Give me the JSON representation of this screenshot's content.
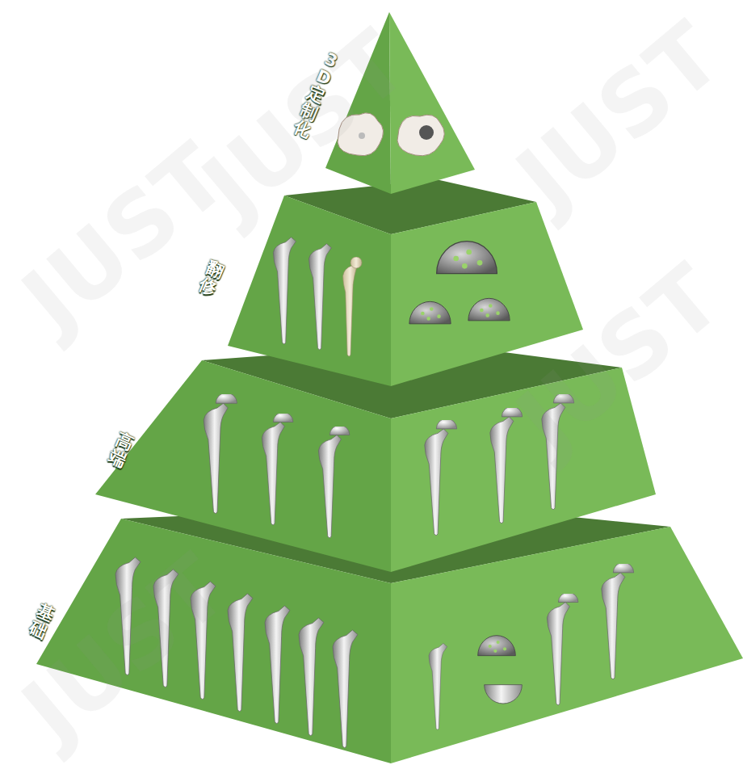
{
  "diagram": {
    "nodes": [
      {
        "text": [
          "3D定制化"
        ]
      },
      {
        "text": [
          "翻修"
        ]
      },
      {
        "text": [
          "高端"
        ]
      },
      {
        "text": [
          "基础"
        ]
      }
    ],
    "labels": [
      "JUST",
      "JUST",
      "JUST",
      "JUST",
      "JUST"
    ]
  }
}
